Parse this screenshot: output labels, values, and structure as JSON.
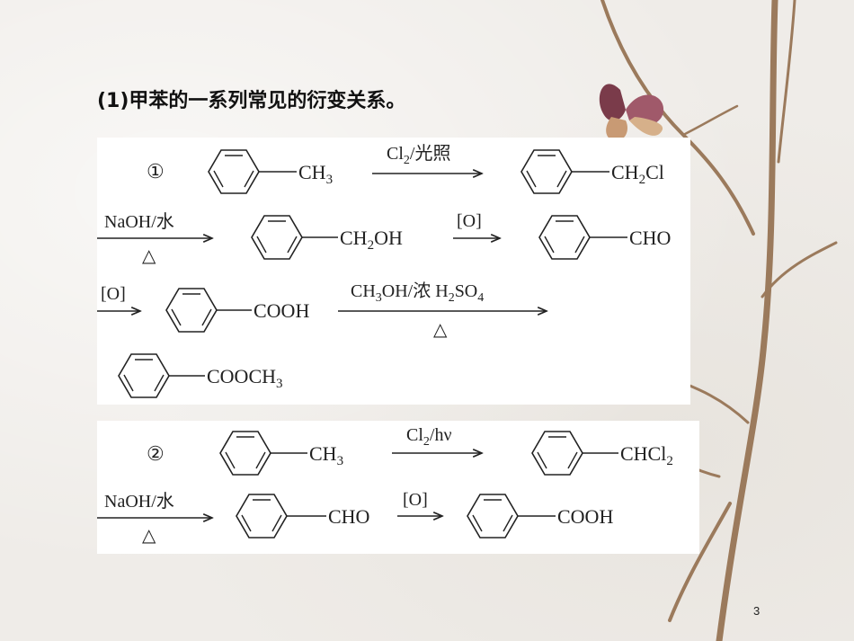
{
  "title": "(1)甲苯的一系列常见的衍变关系。",
  "page_number": "3",
  "panel1": {
    "marker": "①",
    "toluene_sub": "CH",
    "toluene_idx": "3",
    "r1_cond": "Cl",
    "r1_cond_idx": "2",
    "r1_cond_rest": "/光照",
    "p1_sub": "CH",
    "p1_idx": "2",
    "p1_rest": "Cl",
    "r2_cond": "NaOH/水",
    "heat": "△",
    "p2_sub": "CH",
    "p2_idx": "2",
    "p2_rest": "OH",
    "ox": "[O]",
    "p3_sub": "CHO",
    "p4_sub": "COOH",
    "r5_a": "CH",
    "r5_a_idx": "3",
    "r5_b": "OH/浓 H",
    "r5_b_idx": "2",
    "r5_c": "SO",
    "r5_c_idx": "4",
    "p5_sub": "COOCH",
    "p5_idx": "3"
  },
  "panel2": {
    "marker": "②",
    "toluene_sub": "CH",
    "toluene_idx": "3",
    "r1_cond": "Cl",
    "r1_cond_idx": "2",
    "r1_cond_rest": "/hν",
    "p1_sub": "CHCl",
    "p1_idx": "2",
    "r2_cond": "NaOH/水",
    "heat": "△",
    "p2_sub": "CHO",
    "ox": "[O]",
    "p3_sub": "COOH"
  }
}
